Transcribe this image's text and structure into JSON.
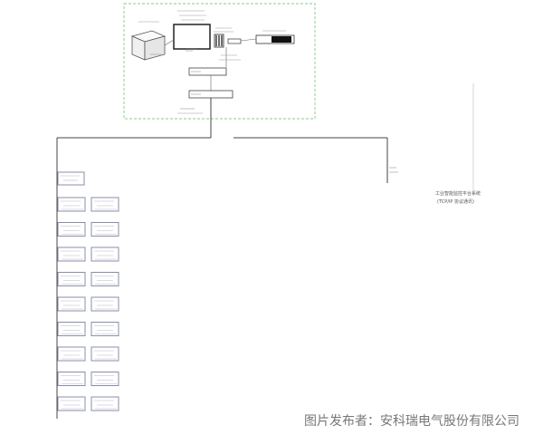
{
  "diagram": {
    "right_note_line1": "工业智能监控平台系统",
    "right_note_line2": "(TCP/IP 协议通讯)"
  },
  "watermark": "图片发布者：安科瑞电气股份有限公司",
  "colors": {
    "monitor_boundary": "#9fd89f",
    "device_outline": "#8a8fa8",
    "bus_line": "#444444"
  }
}
